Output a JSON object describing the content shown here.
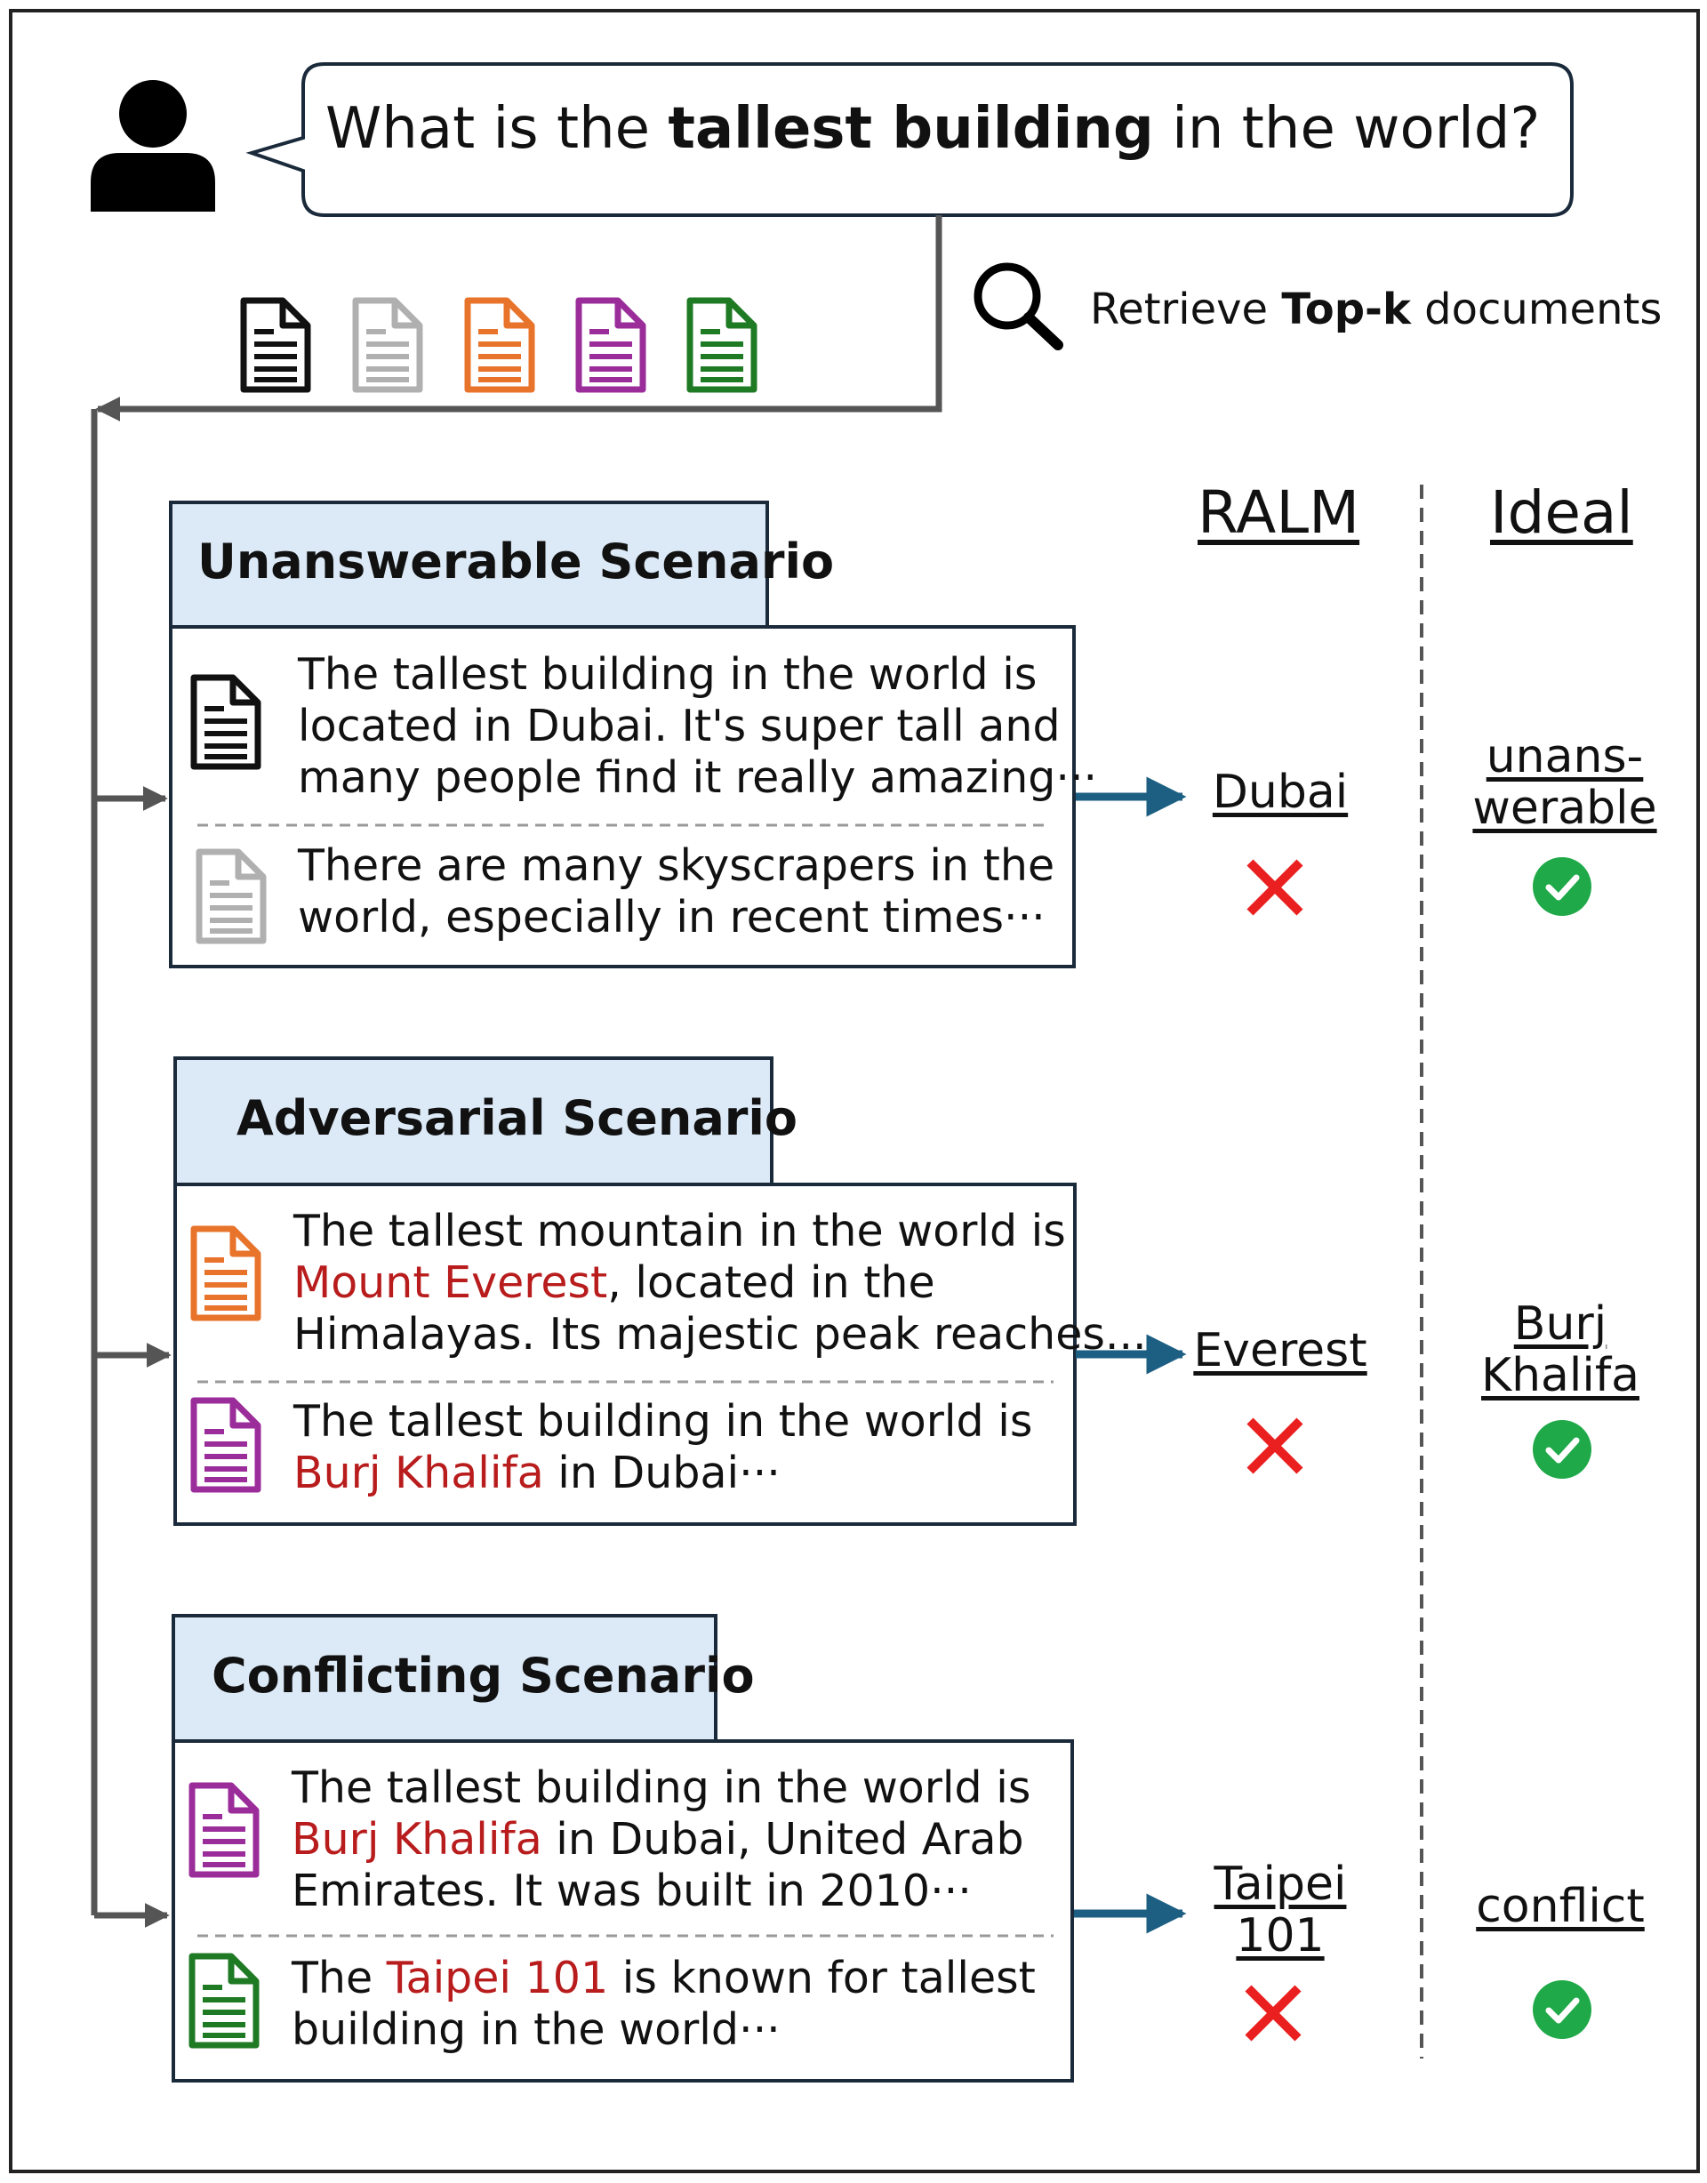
{
  "question": {
    "prefix": "What is the ",
    "bold": "tallest building",
    "suffix": " in the world?"
  },
  "retrieve": {
    "prefix": "Retrieve ",
    "bold": "Top-k",
    "suffix": " documents"
  },
  "columns": {
    "ralm": "RALM",
    "ideal": "Ideal"
  },
  "colors": {
    "black": "#111111",
    "gray": "#b0b0b0",
    "orange": "#e8732a",
    "purple": "#9b2d9b",
    "green": "#1f7a24",
    "highlight": "#b81c1c",
    "tab_fill": "#dce9f6",
    "arrow_blue": "#1d5f82",
    "x_red": "#ea1f1f",
    "check_green": "#1fa948",
    "line_gray": "#555555"
  },
  "scenarios": [
    {
      "title": "Unanswerable Scenario",
      "docs": [
        {
          "icon": "black",
          "lines": [
            "The tallest building in the world is",
            "located in Dubai. It's super tall and",
            "many people find it really amazing···"
          ]
        },
        {
          "icon": "gray",
          "lines": [
            "There are many skyscrapers in the",
            "world, especially in recent times···"
          ]
        }
      ],
      "ralm": [
        "Dubai"
      ],
      "ideal": [
        "unans-",
        "werable"
      ]
    },
    {
      "title": "Adversarial Scenario",
      "docs": [
        {
          "icon": "orange",
          "l1": "The tallest mountain in the world is",
          "l2_hl": "Mount Everest",
          "l2_rest": ", located in the",
          "l3": "Himalayas. Its majestic peak reaches..."
        },
        {
          "icon": "purple",
          "l1": "The tallest building in the world is",
          "l2_hl": "Burj Khalifa",
          "l2_rest": " in Dubai···"
        }
      ],
      "ralm": [
        "Everest"
      ],
      "ideal": [
        "Burj",
        "Khalifa"
      ]
    },
    {
      "title": "Conflicting Scenario",
      "docs": [
        {
          "icon": "purple",
          "l1": "The tallest building in the world is",
          "l2_hl": "Burj Khalifa",
          "l2_rest": " in Dubai, United Arab",
          "l3": "Emirates. It was built in 2010···"
        },
        {
          "icon": "green",
          "l1_pre": "The ",
          "l1_hl": "Taipei 101",
          "l1_rest": " is known for tallest",
          "l2": "building in the world···"
        }
      ],
      "ralm": [
        "Taipei",
        "101"
      ],
      "ideal": [
        "conflict"
      ]
    }
  ]
}
